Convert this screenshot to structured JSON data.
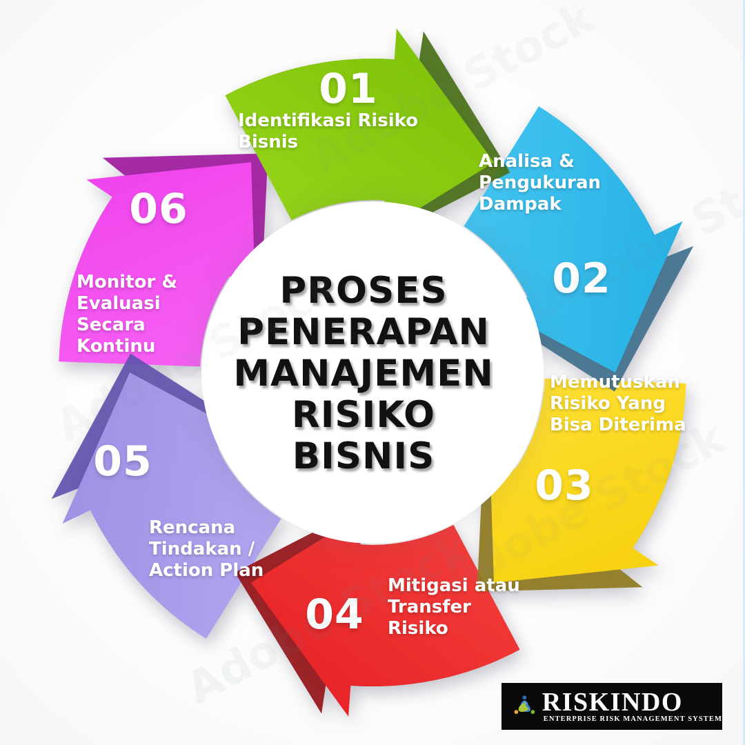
{
  "watermark": {
    "text": "Adobe Stock"
  },
  "title": {
    "lines": [
      "PROSES",
      "PENERAPAN",
      "MANAJEMEN",
      "RISIKO",
      "BISNIS"
    ]
  },
  "steps": [
    {
      "number": "01",
      "label": "Identifikasi Risiko Bisnis",
      "label_lines": [
        "Identifikasi Risiko",
        "Bisnis"
      ],
      "fill": "#7dbf07",
      "fill_light": "#97d61c",
      "shadow": "#4a7018"
    },
    {
      "number": "02",
      "label": "Analisa & Pengukuran Dampak",
      "label_lines": [
        "Analisa &",
        "Pengukuran",
        "Dampak"
      ],
      "fill": "#1fade2",
      "fill_light": "#4ac8f2",
      "shadow": "#41718e"
    },
    {
      "number": "03",
      "label": "Memutuskan Risiko Yang Bisa Diterima",
      "label_lines": [
        "Memutuskan",
        "Risiko Yang",
        "Bisa Diterima"
      ],
      "fill": "#f5cd05",
      "fill_light": "#ffe23a",
      "shadow": "#8f7b22"
    },
    {
      "number": "04",
      "label": "Mitigasi atau Transfer Risiko",
      "label_lines": [
        "Mitigasi atau",
        "Transfer",
        "Risiko"
      ],
      "fill": "#e51d22",
      "fill_light": "#f4423e",
      "shadow": "#951318"
    },
    {
      "number": "05",
      "label": "Rencana Tindakan / Action Plan",
      "label_lines": [
        "Rencana",
        "Tindakan /",
        "Action Plan"
      ],
      "fill": "#9a8ce2",
      "fill_light": "#b6a9f1",
      "shadow": "#6152ae"
    },
    {
      "number": "06",
      "label": "Monitor & Evaluasi Secara Kontinu",
      "label_lines": [
        "Monitor &",
        "Evaluasi",
        "Secara",
        "Kontinu"
      ],
      "fill": "#ee3ceb",
      "fill_light": "#f867f4",
      "shadow": "#a01b9e"
    }
  ],
  "logo": {
    "brand": "RISKINDO",
    "tagline": "ENTERPRISE RISK MANAGEMENT SYSTEM",
    "icon": "three-people-icon",
    "bg": "#0a0a0a",
    "icon_colors": {
      "blue_head": "#2f6fab",
      "blue_body": "#4f9cd6",
      "green_head": "#7ab52f",
      "right_body": "#3f87c5",
      "amber_head": "#e9a63a",
      "lime_body": "#a9c73d"
    }
  }
}
